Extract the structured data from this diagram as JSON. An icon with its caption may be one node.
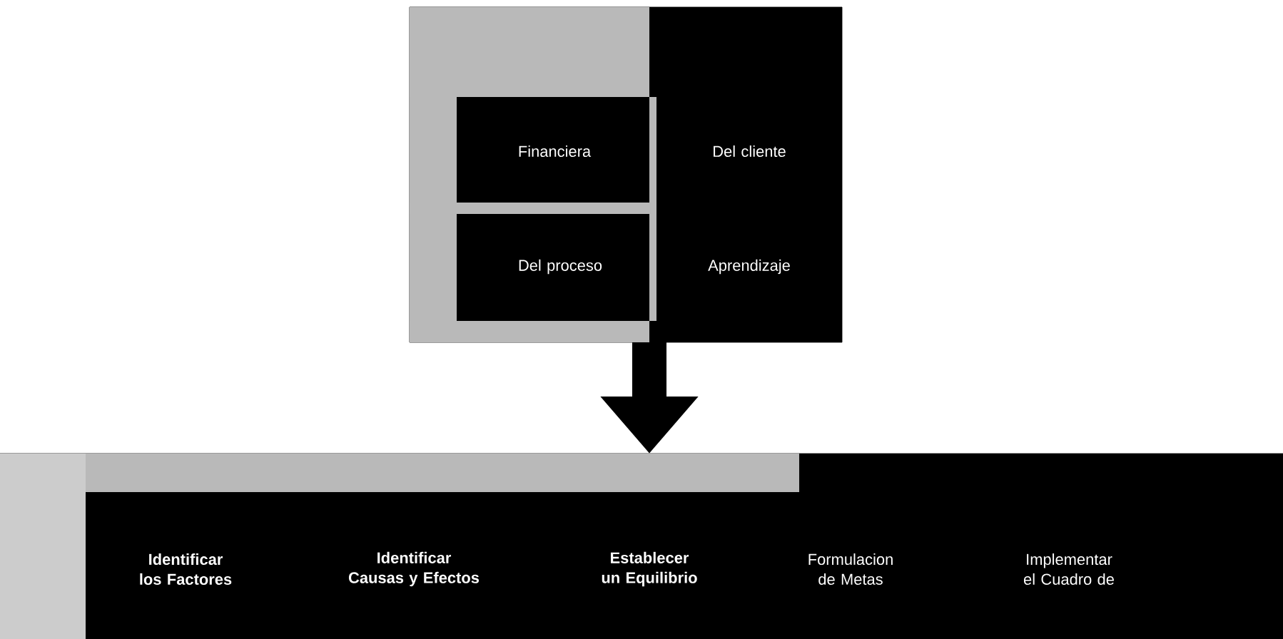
{
  "diagram": {
    "nodes": [
      {
        "text": [],
        "shape": "box"
      },
      {
        "text": [
          "Financiera"
        ],
        "in": 0
      },
      {
        "text": [
          "Del cliente"
        ],
        "in": 0
      },
      {
        "text": [
          "Del proceso"
        ],
        "in": 0
      },
      {
        "text": [
          "Aprendizaje"
        ],
        "in": 0
      },
      {
        "text": [],
        "shape": "box"
      },
      {
        "text": [
          "Identificar los Factores"
        ],
        "in": 5
      },
      {
        "text": [
          "Identificar Causas y Efectos"
        ],
        "in": 5
      },
      {
        "text": [
          "Establecer un Equilibrio"
        ],
        "in": 5
      },
      {
        "text": [
          "Formulacion de Metas"
        ],
        "in": 5
      },
      {
        "text": [
          "Implementar el Cuadro de"
        ],
        "in": 5
      }
    ],
    "edges": [
      {
        "from": 0,
        "to": 5,
        "arrow": "to"
      }
    ]
  }
}
